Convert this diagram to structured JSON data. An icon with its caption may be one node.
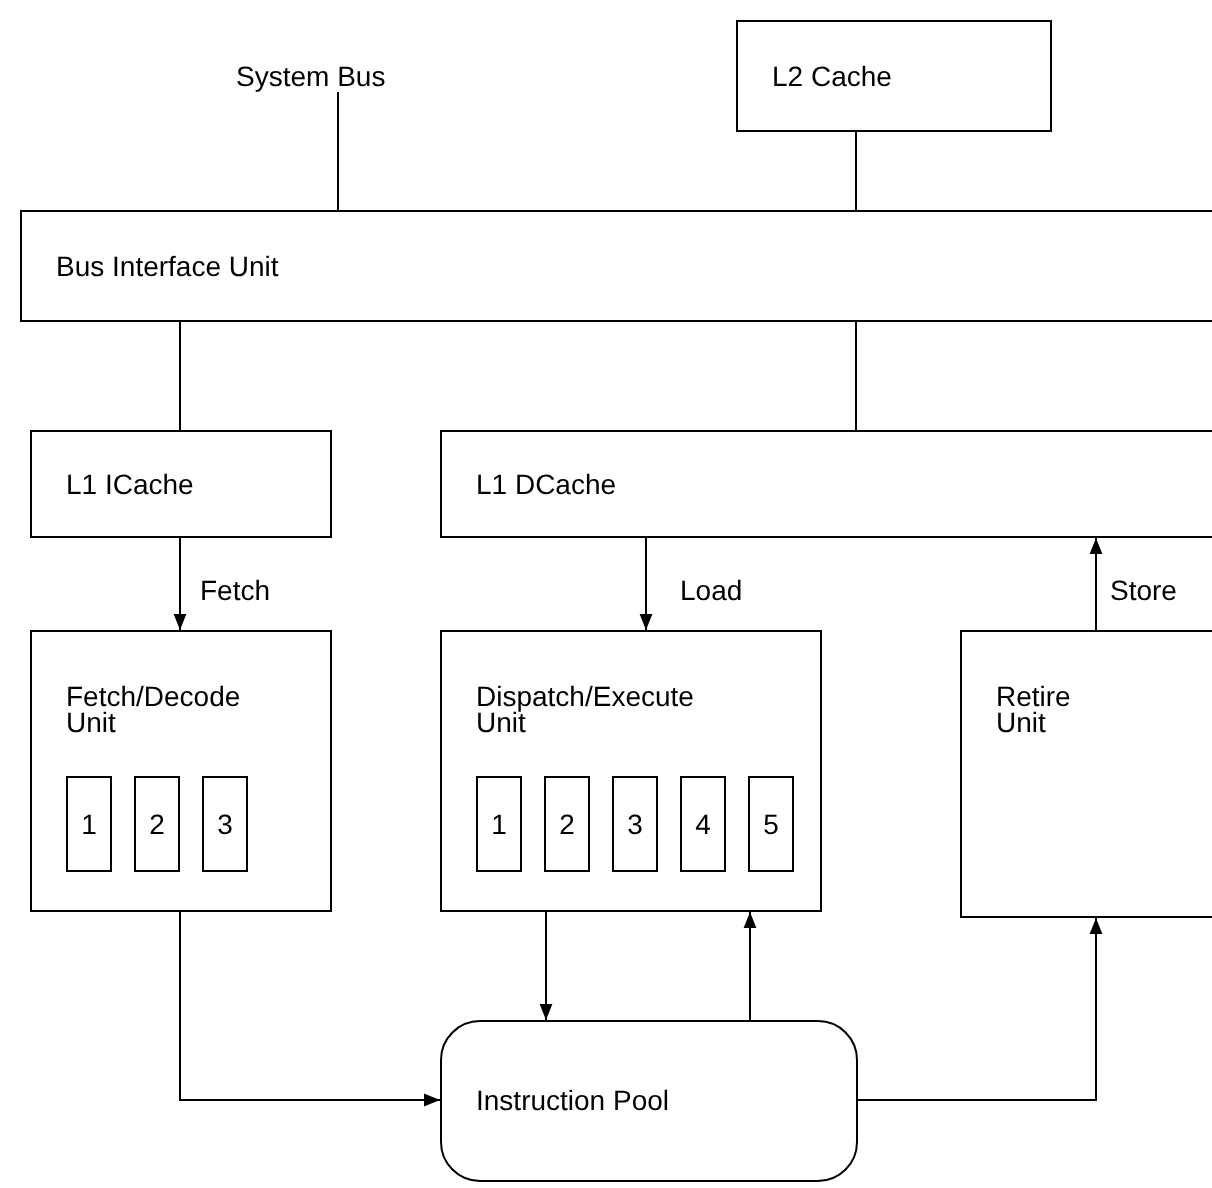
{
  "diagram": {
    "nodes": [
      {
        "text": [
          "System Bus"
        ]
      },
      {
        "text": [
          "L2 Cache"
        ]
      },
      {
        "text": [
          "Bus Interface Unit"
        ]
      },
      {
        "text": [
          "L1 ICache"
        ]
      },
      {
        "text": [
          "L1 DCache"
        ]
      },
      {
        "text": [
          "Fetch/Decode Unit"
        ]
      },
      {
        "text": [
          "1"
        ],
        "in": 5
      },
      {
        "text": [
          "2"
        ],
        "in": 5
      },
      {
        "text": [
          "3"
        ],
        "in": 5
      },
      {
        "text": [
          "Dispatch/Execute Unit"
        ]
      },
      {
        "text": [
          "1"
        ],
        "in": 9
      },
      {
        "text": [
          "2"
        ],
        "in": 9
      },
      {
        "text": [
          "3"
        ],
        "in": 9
      },
      {
        "text": [
          "4"
        ],
        "in": 9
      },
      {
        "text": [
          "5"
        ],
        "in": 9
      },
      {
        "text": [
          "Retire Unit"
        ]
      },
      {
        "text": [
          "Instruction Pool"
        ]
      }
    ],
    "edges": [
      {
        "from": 0,
        "to": 2,
        "arrow": "none"
      },
      {
        "from": 1,
        "to": 2,
        "arrow": "none"
      },
      {
        "from": 2,
        "to": 3,
        "arrow": "none"
      },
      {
        "from": 2,
        "to": 4,
        "arrow": "none"
      },
      {
        "from": 3,
        "to": 5,
        "arrow": "to",
        "label": "Fetch"
      },
      {
        "from": 4,
        "to": 9,
        "arrow": "to",
        "label": "Load"
      },
      {
        "from": 15,
        "to": 4,
        "arrow": "to",
        "label": "Store"
      },
      {
        "from": 5,
        "to": 16,
        "arrow": "to"
      },
      {
        "from": 9,
        "to": 16,
        "arrow": "to"
      },
      {
        "from": 16,
        "to": 9,
        "arrow": "to"
      },
      {
        "from": 16,
        "to": 15,
        "arrow": "to"
      }
    ]
  }
}
